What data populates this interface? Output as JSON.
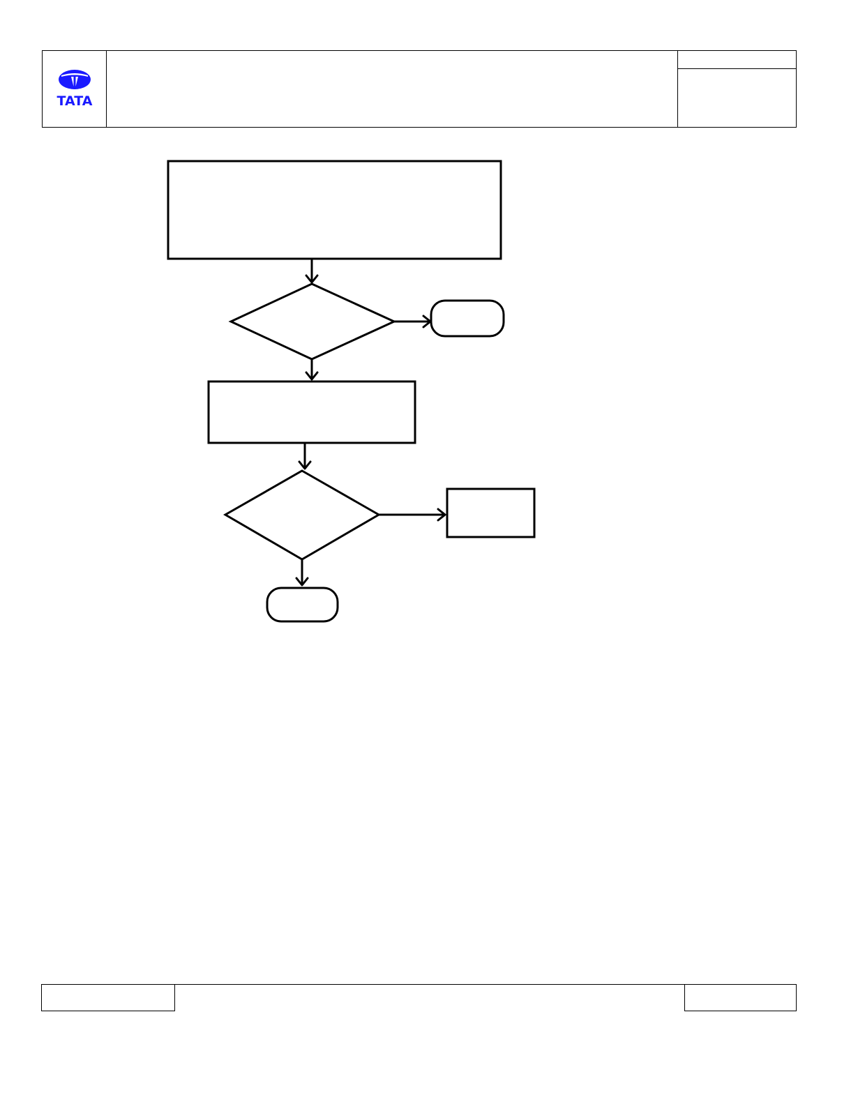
{
  "header": {
    "logo_text": "TATA",
    "title": "",
    "doc_ref": "",
    "doc_meta": ""
  },
  "flowchart": {
    "nodes": [
      {
        "id": "step-1",
        "type": "process",
        "label": ""
      },
      {
        "id": "decision-1",
        "type": "decision",
        "label": ""
      },
      {
        "id": "terminal-1",
        "type": "terminal",
        "label": ""
      },
      {
        "id": "step-2",
        "type": "process",
        "label": ""
      },
      {
        "id": "decision-2",
        "type": "decision",
        "label": ""
      },
      {
        "id": "step-3",
        "type": "process",
        "label": ""
      },
      {
        "id": "terminal-2",
        "type": "terminal",
        "label": ""
      }
    ]
  },
  "footer": {
    "left": "",
    "right": ""
  },
  "colors": {
    "logo_blue": "#1a1aff",
    "line": "#000000"
  }
}
